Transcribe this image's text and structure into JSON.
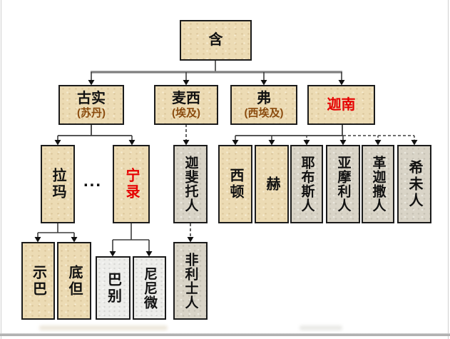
{
  "diagram": {
    "description": "Genealogy chart of Ham (biblical family tree, Chinese labels)",
    "accent_colors": {
      "highlight_red": "#e60000",
      "paren_brown": "#8a4b0e",
      "box_tan": "#ecdbb4",
      "box_gray_beige": "#d9d4c7",
      "box_light_gray": "#ededea",
      "top_bar_gray": "#7f7f7f",
      "line_dark": "#3d3d3d"
    },
    "nodes": {
      "ham": {
        "label": "含"
      },
      "cush": {
        "label": "古实",
        "sub": "(苏丹)"
      },
      "mizraim": {
        "label": "麦西",
        "sub": "(埃及)"
      },
      "put": {
        "label": "弗",
        "sub": "(西埃及)"
      },
      "canaan": {
        "label": "迦南"
      },
      "raamah": {
        "label": "拉玛"
      },
      "ellipsis": {
        "label": "..."
      },
      "nimrod": {
        "label": "宁录"
      },
      "caphtorim": {
        "label": "迦斐托人"
      },
      "sidon": {
        "label": "西顿"
      },
      "heth": {
        "label": "赫"
      },
      "jebusites": {
        "label": "耶布斯人"
      },
      "amorites": {
        "label": "亚摩利人"
      },
      "girgashites": {
        "label": "革迦撒人"
      },
      "hivites": {
        "label": "希未人"
      },
      "sheba": {
        "label": "示巴"
      },
      "dedan": {
        "label": "底但"
      },
      "babel": {
        "label": "巴别"
      },
      "nineveh": {
        "label": "尼尼微"
      },
      "philistines": {
        "label": "非利士人"
      }
    },
    "edges": [
      {
        "from": "含",
        "to": "古实",
        "style": "solid"
      },
      {
        "from": "含",
        "to": "麦西",
        "style": "solid"
      },
      {
        "from": "含",
        "to": "弗",
        "style": "solid"
      },
      {
        "from": "含",
        "to": "迦南",
        "style": "solid"
      },
      {
        "from": "古实",
        "to": "拉玛",
        "style": "solid"
      },
      {
        "from": "古实",
        "to": "宁录",
        "style": "solid"
      },
      {
        "from": "麦西",
        "to": "迦斐托人",
        "style": "dashed"
      },
      {
        "from": "迦斐托人",
        "to": "非利士人",
        "style": "dashed"
      },
      {
        "from": "迦南",
        "to": "西顿",
        "style": "solid"
      },
      {
        "from": "迦南",
        "to": "赫",
        "style": "solid"
      },
      {
        "from": "迦南",
        "to": "耶布斯人",
        "style": "dashed"
      },
      {
        "from": "迦南",
        "to": "亚摩利人",
        "style": "solid"
      },
      {
        "from": "迦南",
        "to": "革迦撒人",
        "style": "dashed"
      },
      {
        "from": "迦南",
        "to": "希未人",
        "style": "dashed"
      },
      {
        "from": "拉玛",
        "to": "示巴",
        "style": "solid"
      },
      {
        "from": "拉玛",
        "to": "底但",
        "style": "solid"
      },
      {
        "from": "宁录",
        "to": "巴别",
        "style": "solid"
      },
      {
        "from": "宁录",
        "to": "尼尼微",
        "style": "solid"
      }
    ]
  }
}
